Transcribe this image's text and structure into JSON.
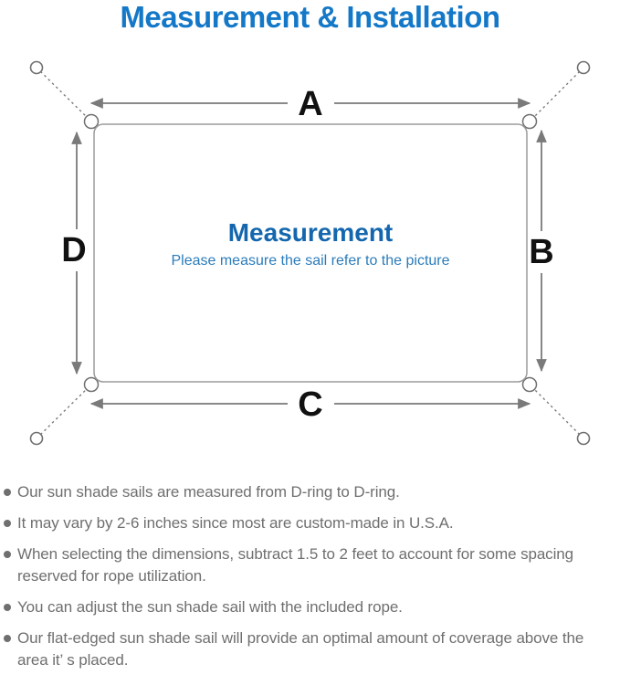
{
  "title": "Measurement & Installation",
  "colors": {
    "title_blue": "#1478c8",
    "heading_blue": "#1467ae",
    "subtitle_blue": "#2b7cba",
    "line_gray": "#7a7a7a",
    "text_gray": "#6f6f6f"
  },
  "diagram": {
    "type": "measurement-diagram",
    "labels": {
      "top": "A",
      "right": "B",
      "bottom": "C",
      "left": "D"
    },
    "center_heading": "Measurement",
    "center_subtitle": "Please measure the sail refer to the picture"
  },
  "notes": {
    "items": [
      "Our sun shade sails are measured from D-ring to D-ring.",
      "It may vary by 2-6 inches since most are custom-made in U.S.A.",
      "When selecting the dimensions, subtract 1.5 to 2 feet to account for some spacing reserved for rope utilization.",
      "You can adjust the sun shade sail with the included rope.",
      "Our flat-edged sun shade sail will provide an optimal amount of coverage above the area it’ s placed."
    ]
  }
}
